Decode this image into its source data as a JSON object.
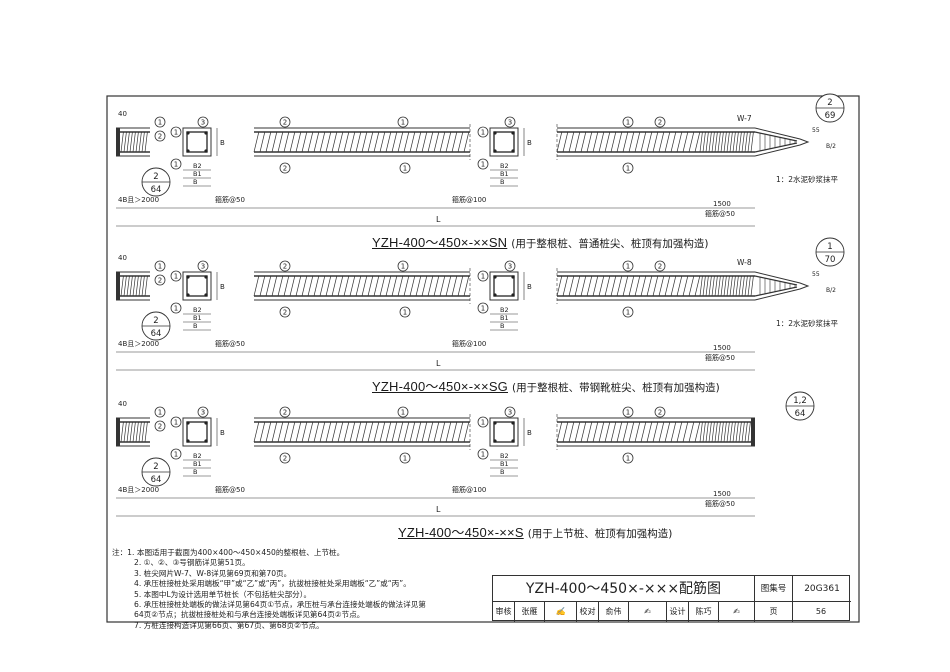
{
  "diagrams": [
    {
      "code": "YZH-400～450×-××SN",
      "description": "(用于整根桩、普通桩尖、桩顶有加强构造)",
      "end_ref": {
        "top": "2",
        "bottom": "69"
      },
      "plate": "W-7",
      "mortar_note": "1：2水泥砂浆抹平",
      "left_ref": {
        "top": "2",
        "bottom": "64"
      }
    },
    {
      "code": "YZH-400～450×-××SG",
      "description": "(用于整根桩、带钢靴桩尖、桩顶有加强构造)",
      "end_ref": {
        "top": "1",
        "bottom": "70"
      },
      "plate": "W-8",
      "mortar_note": "1：2水泥砂浆抹平",
      "left_ref": {
        "top": "2",
        "bottom": "64"
      }
    },
    {
      "code": "YZH-400～450×-××S",
      "description": "(用于上节桩、桩顶有加强构造)",
      "end_ref": {
        "top": "1,2",
        "bottom": "64"
      },
      "plate": "",
      "mortar_note": "",
      "left_ref": {
        "top": "2",
        "bottom": "64"
      }
    }
  ],
  "labels": {
    "dim_40": "40",
    "four_b": "4B且＞2000",
    "stirrup_50": "箍筋@50",
    "stirrup_100": "箍筋@100",
    "dim_1500": "1500",
    "length": "L",
    "b": "B",
    "b1": "B1",
    "b2": "B2",
    "bar_1": "1",
    "bar_2": "2",
    "bar_3": "3",
    "dim_55": "55",
    "b_half": "B/2"
  },
  "notes": [
    "注：1. 本图适用于截面为400×400～450×450的整根桩、上节桩。",
    "2. ①、②、③号钢筋详见第51页。",
    "3. 桩尖网片W-7、W-8详见第69页和第70页。",
    "4. 承压桩接桩处采用端板“甲”或“乙”或“丙”，抗拔桩接桩处采用端板“乙”或“丙”。",
    "5. 本图中L为设计选用单节桩长（不包括桩尖部分）。",
    "6. 承压桩接桩处端板的做法详见第64页①节点，承压桩与承台连接处端板的做法详见第",
    "   64页②节点；抗拔桩接桩处和与承台连接处端板详见第64页②节点。",
    "7. 方桩连接构造详见第66页、第67页、第68页②节点。"
  ],
  "title_block": {
    "title": "YZH-400～450×-×××配筋图",
    "atlas_label": "图集号",
    "atlas_no": "20G361",
    "review_label": "审核",
    "reviewer": "张雁",
    "check_label": "校对",
    "checker": "俞伟",
    "design_label": "设计",
    "designer": "陈巧",
    "page_label": "页",
    "page_no": "56"
  }
}
